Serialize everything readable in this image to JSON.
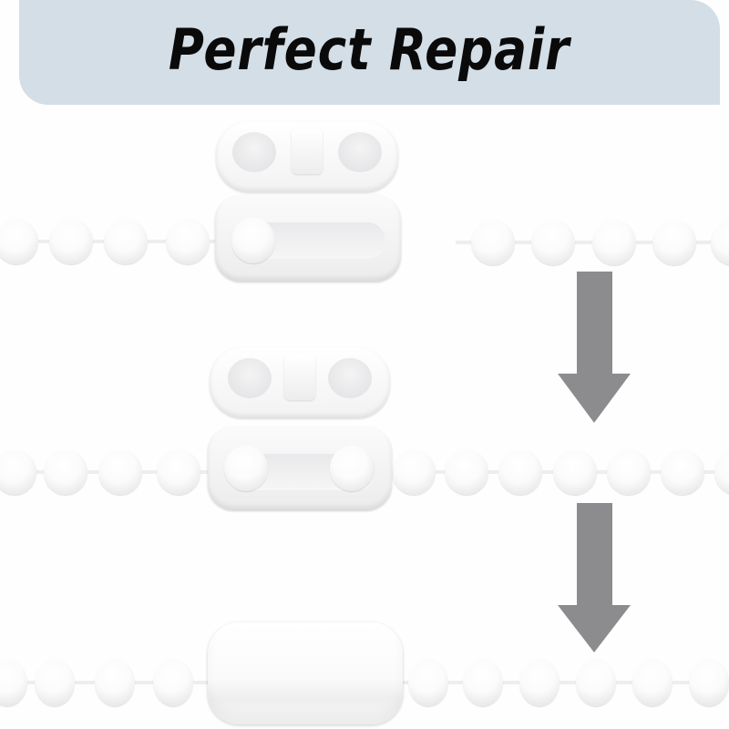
{
  "banner": {
    "title": "Perfect Repair",
    "background_color": "#d4dee6",
    "text_color": "#0a0a0a"
  },
  "steps": [
    {
      "name": "open-connector-separate-chains",
      "description": "Open connector with chain end inserted, separate chain end to the right"
    },
    {
      "name": "open-connector-both-chains",
      "description": "Open connector with both chain ends seated"
    },
    {
      "name": "closed-connector",
      "description": "Connector closed joining the bead chain"
    }
  ],
  "arrows": [
    {
      "name": "arrow-down-1",
      "color": "#8c8c8e"
    },
    {
      "name": "arrow-down-2",
      "color": "#8c8c8e"
    }
  ],
  "colors": {
    "bead": "#fbfbfb",
    "connector": "#f7f7f8",
    "arrow": "#8c8c8e"
  }
}
